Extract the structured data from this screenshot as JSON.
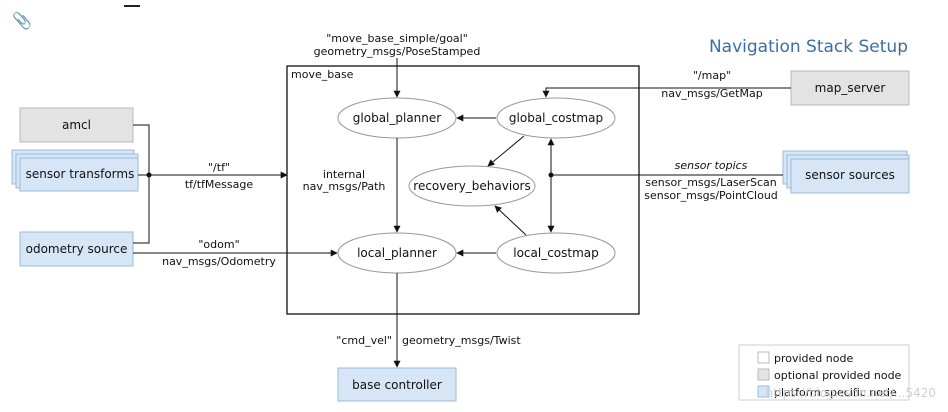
{
  "title": "Navigation Stack Setup",
  "clip_icon": "📎",
  "container_label": "move_base",
  "nodes": {
    "amcl": "amcl",
    "sensor_transforms": "sensor transforms",
    "odometry_source": "odometry source",
    "map_server": "map_server",
    "sensor_sources": "sensor sources",
    "base_controller": "base controller",
    "global_planner": "global_planner",
    "global_costmap": "global_costmap",
    "recovery_behaviors": "recovery_behaviors",
    "local_planner": "local_planner",
    "local_costmap": "local_costmap"
  },
  "edges": {
    "goal_topic": "\"move_base_simple/goal\"",
    "goal_type": "geometry_msgs/PoseStamped",
    "tf_topic": "\"/tf\"",
    "tf_type": "tf/tfMessage",
    "odom_topic": "\"odom\"",
    "odom_type": "nav_msgs/Odometry",
    "map_topic": "\"/map\"",
    "map_type": "nav_msgs/GetMap",
    "sensor_topics": "sensor topics",
    "laser_type": "sensor_msgs/LaserScan",
    "cloud_type": "sensor_msgs/PointCloud",
    "internal_label": "internal",
    "path_type": "nav_msgs/Path",
    "cmd_vel_topic": "\"cmd_vel\"",
    "twist_type": "geometry_msgs/Twist"
  },
  "legend": {
    "provided": "provided node",
    "optional": "optional provided node",
    "platform": "platform specific node"
  },
  "watermark": "https://blog.csdn.net/...5420",
  "colors": {
    "title": "#3b6ea5",
    "optional_fill": "#e3e3e3",
    "platform_fill": "#d6e6f7",
    "platform_stroke": "#9bbbd9",
    "provided_fill": "#ffffff"
  }
}
